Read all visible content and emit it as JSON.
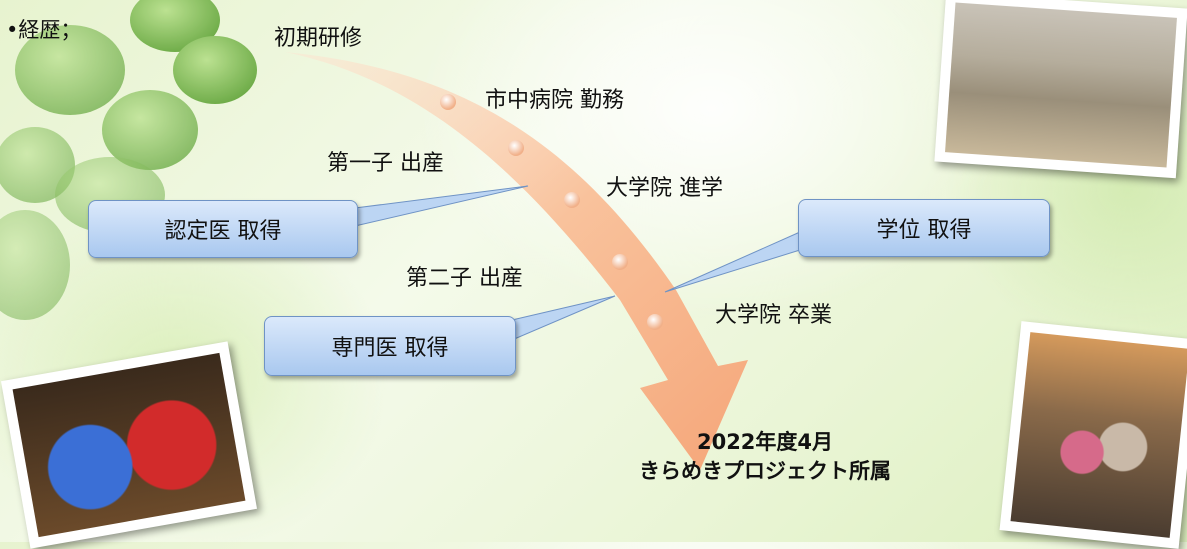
{
  "header": {
    "bullet": "•",
    "title": "経歴；"
  },
  "timeline": {
    "labels": [
      "初期研修",
      "市中病院 勤務",
      "第一子 出産",
      "大学院 進学",
      "第二子 出産",
      "大学院 卒業"
    ]
  },
  "callouts": [
    "認定医 取得",
    "学位 取得",
    "専門医 取得"
  ],
  "footer": {
    "line1": "2022年度4月",
    "line2": "きらめきプロジェクト所属"
  },
  "colors": {
    "arrow": "#f7b98e",
    "callout": "#bcd5f3",
    "clover": "#7fbf4a"
  },
  "icons": [
    "clover-icon"
  ]
}
